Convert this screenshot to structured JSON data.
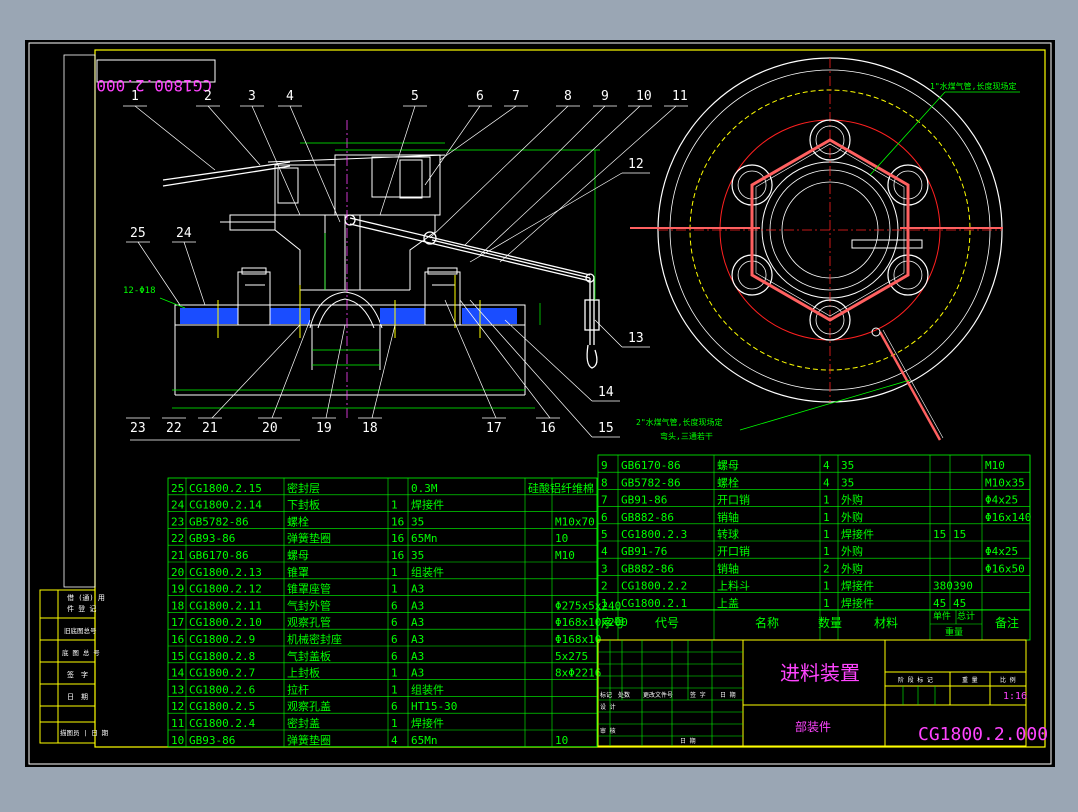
{
  "drawing": {
    "stamp_top": "CG1800.2.000",
    "title": "进料装置",
    "subtitle": "部装件",
    "drawing_no": "CG1800.2.000",
    "scale": "1:16",
    "title_block_head": [
      "阶 段 标 记",
      "重 量",
      "比 例"
    ],
    "signature_labels": [
      "标记",
      "处数",
      "更改文件号",
      "签 字",
      "日 期",
      "设 计",
      "审 核",
      "日 期"
    ]
  },
  "balloons_top": [
    "1",
    "2",
    "3",
    "4",
    "5",
    "6",
    "7",
    "8",
    "9",
    "10",
    "11"
  ],
  "balloons_right": [
    "12",
    "13",
    "14",
    "15"
  ],
  "balloons_bottom": [
    "23",
    "22",
    "21",
    "20",
    "19",
    "18",
    "17",
    "16"
  ],
  "balloons_left": [
    "25",
    "24"
  ],
  "dim_label_left": "12-Φ18",
  "note_top": "1\"水煤气管,长度现场定",
  "note_bottom_1": "2\"水煤气管,长度现场定",
  "note_bottom_2": "弯头,三通若干",
  "side_labels": [
    "借 (通) 用",
    "件 登 记",
    "旧底图总号",
    "底 图 总 号",
    "签　字",
    "日　期",
    "描图员 | 日 期"
  ],
  "parts_left": [
    [
      "25",
      "CG1800.2.15",
      "密封层",
      "",
      "0.3M",
      "硅酸铝纤维棉",
      ""
    ],
    [
      "24",
      "CG1800.2.14",
      "下封板",
      "1",
      "焊接件",
      "",
      ""
    ],
    [
      "23",
      "GB5782-86",
      "螺栓",
      "16",
      "35",
      "",
      "M10x70"
    ],
    [
      "22",
      "GB93-86",
      "弹簧垫圈",
      "16",
      "65Mn",
      "",
      "10"
    ],
    [
      "21",
      "GB6170-86",
      "螺母",
      "16",
      "35",
      "",
      "M10"
    ],
    [
      "20",
      "CG1800.2.13",
      "锥罩",
      "1",
      "组装件",
      "",
      ""
    ],
    [
      "19",
      "CG1800.2.12",
      "锥罩座管",
      "1",
      "A3",
      "",
      ""
    ],
    [
      "18",
      "CG1800.2.11",
      "气封外管",
      "6",
      "A3",
      "",
      "Φ275x5x240"
    ],
    [
      "17",
      "CG1800.2.10",
      "观察孔管",
      "6",
      "A3",
      "",
      "Φ168x10x200"
    ],
    [
      "16",
      "CG1800.2.9",
      "机械密封座",
      "6",
      "A3",
      "",
      "Φ168x10"
    ],
    [
      "15",
      "CG1800.2.8",
      "气封盖板",
      "6",
      "A3",
      "",
      "5x275"
    ],
    [
      "14",
      "CG1800.2.7",
      "上封板",
      "1",
      "A3",
      "",
      "8xΦ2216"
    ],
    [
      "13",
      "CG1800.2.6",
      "拉杆",
      "1",
      "组装件",
      "",
      ""
    ],
    [
      "12",
      "CG1800.2.5",
      "观察孔盖",
      "6",
      "HT15-30",
      "",
      ""
    ],
    [
      "11",
      "CG1800.2.4",
      "密封盖",
      "1",
      "焊接件",
      "",
      ""
    ],
    [
      "10",
      "GB93-86",
      "弹簧垫圈",
      "4",
      "65Mn",
      "",
      "10"
    ]
  ],
  "parts_right": [
    [
      "9",
      "GB6170-86",
      "螺母",
      "4",
      "35",
      "",
      "",
      "M10"
    ],
    [
      "8",
      "GB5782-86",
      "螺栓",
      "4",
      "35",
      "",
      "",
      "M10x35"
    ],
    [
      "7",
      "GB91-86",
      "开口销",
      "1",
      "外购",
      "",
      "",
      "Φ4x25"
    ],
    [
      "6",
      "GB882-86",
      "销轴",
      "1",
      "外购",
      "",
      "",
      "Φ16x140"
    ],
    [
      "5",
      "CG1800.2.3",
      "转球",
      "1",
      "焊接件",
      "15",
      "15",
      ""
    ],
    [
      "4",
      "GB91-76",
      "开口销",
      "1",
      "外购",
      "",
      "",
      "Φ4x25"
    ],
    [
      "3",
      "GB882-86",
      "销轴",
      "2",
      "外购",
      "",
      "",
      "Φ16x50"
    ],
    [
      "2",
      "CG1800.2.2",
      "上料斗",
      "1",
      "焊接件",
      "380",
      "390",
      ""
    ],
    [
      "1",
      "CG1800.2.1",
      "上盖",
      "1",
      "焊接件",
      "45",
      "45",
      ""
    ]
  ],
  "header_right": {
    "seq": "序号",
    "code": "代号",
    "name": "名称",
    "qty": "数量",
    "material": "材料",
    "unit_wt": "单件",
    "total_wt": "总计",
    "weight": "重量",
    "remark": "备注"
  },
  "colors": {
    "bg": "#000000",
    "line": "#ffffff",
    "green": "#00ff00",
    "yellow": "#ffff00",
    "magenta": "#ff44ff",
    "red": "#ff2020",
    "blue": "#1a4dff",
    "cyan": "#00ffff"
  }
}
